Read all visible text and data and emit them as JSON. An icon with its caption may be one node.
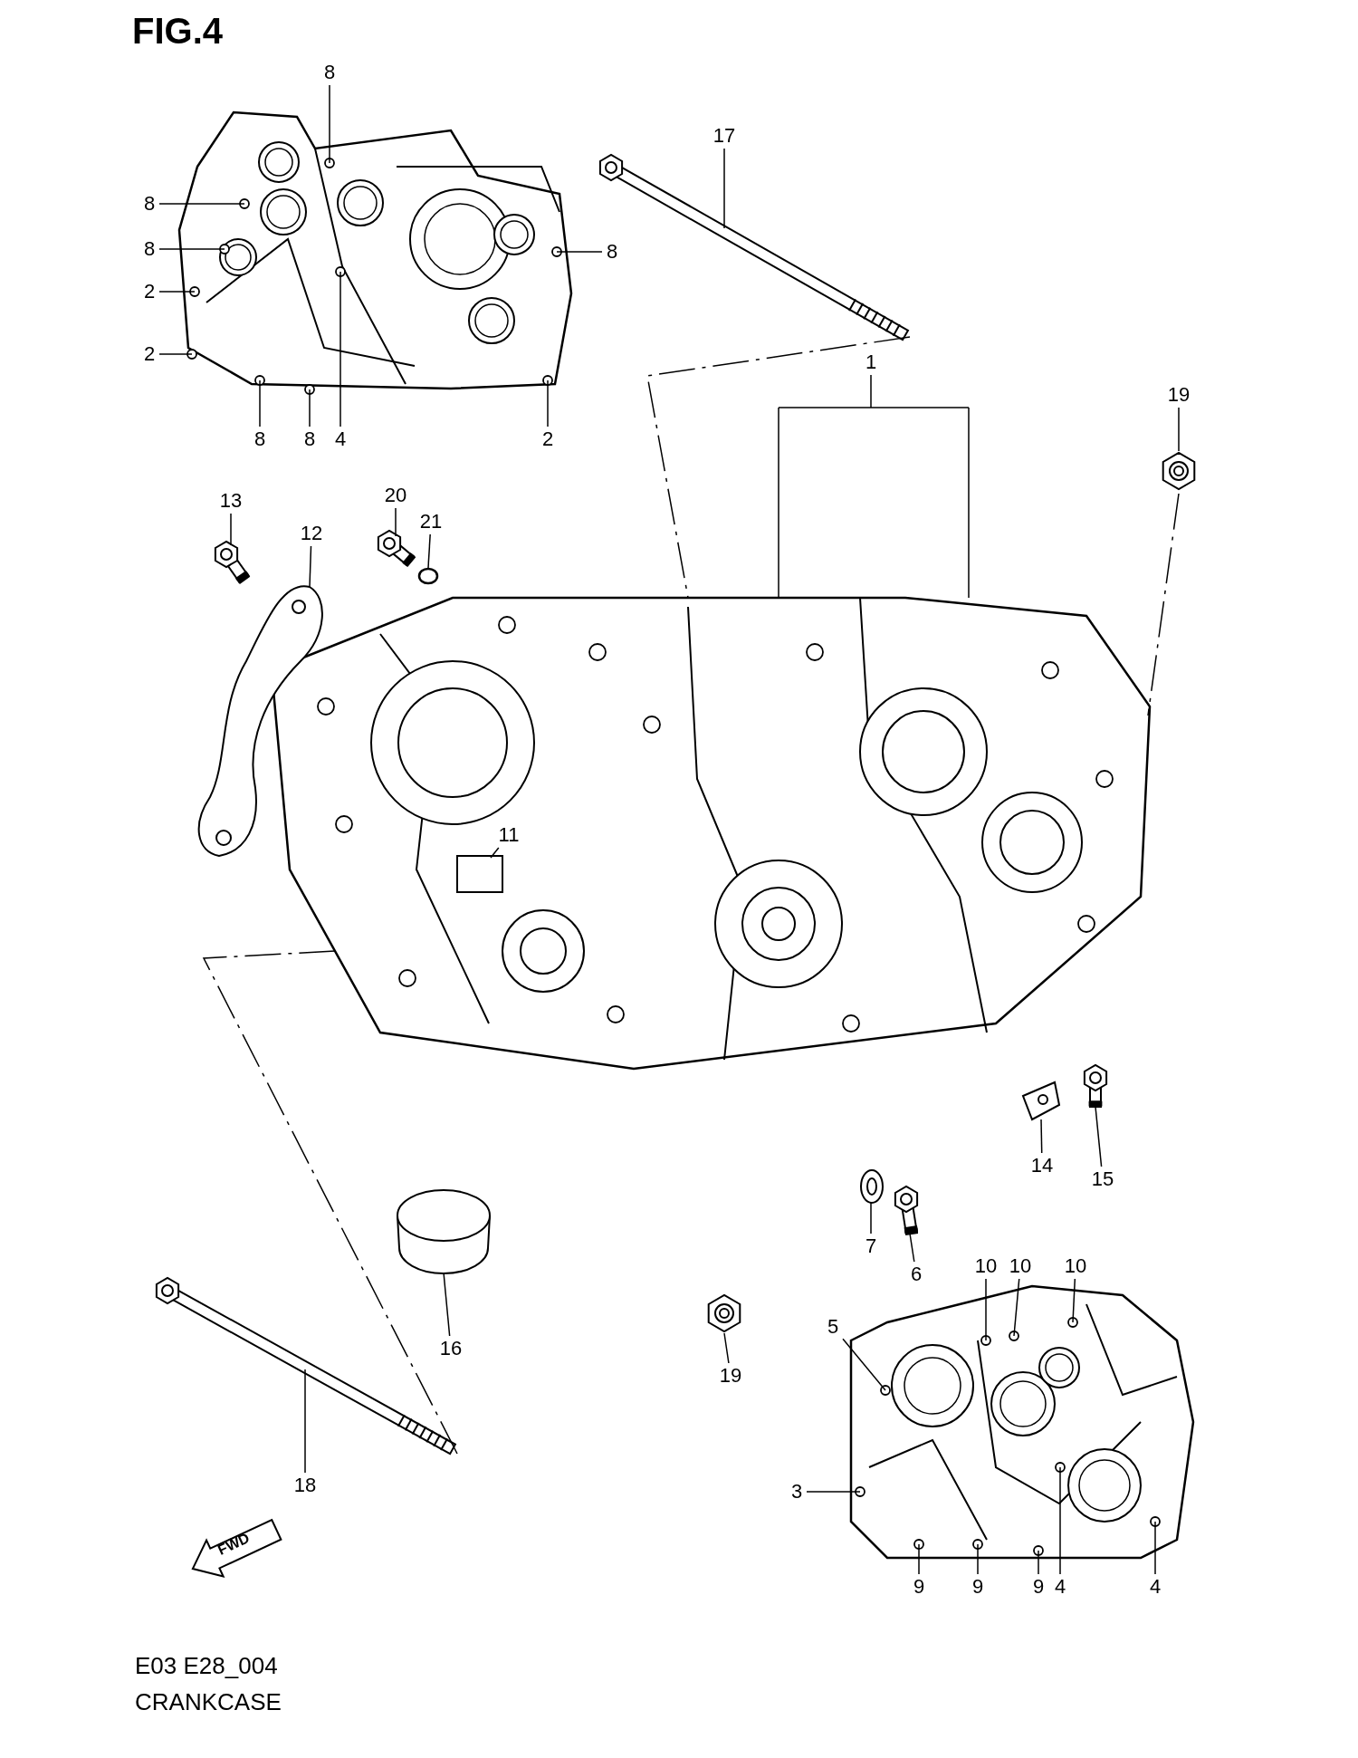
{
  "diagram": {
    "title": "FIG.4",
    "caption": "CRANKCASE",
    "nodes": [
      {
        "text": [],
        "shape": "picture"
      },
      {
        "text": [
          "1"
        ]
      },
      {
        "text": [],
        "shape": "picture"
      },
      {
        "text": [],
        "shape": "picture"
      },
      {
        "text": [],
        "shape": "picture"
      },
      {
        "text": [
          "17"
        ]
      },
      {
        "text": [],
        "shape": "picture"
      },
      {
        "text": [
          "19"
        ]
      },
      {
        "text": [],
        "shape": "picture"
      },
      {
        "text": [
          "13"
        ]
      },
      {
        "text": [],
        "shape": "picture"
      },
      {
        "text": [
          "20"
        ]
      },
      {
        "text": [],
        "shape": "circle"
      },
      {
        "text": [
          "21"
        ]
      },
      {
        "text": [],
        "shape": "picture"
      },
      {
        "text": [
          "12"
        ]
      },
      {
        "text": [
          "11"
        ],
        "in": 0
      },
      {
        "text": [],
        "shape": "picture"
      },
      {
        "text": [
          "14"
        ]
      },
      {
        "text": [],
        "shape": "picture"
      },
      {
        "text": [
          "15"
        ]
      },
      {
        "text": [],
        "shape": "picture"
      },
      {
        "text": [
          "7"
        ]
      },
      {
        "text": [],
        "shape": "picture"
      },
      {
        "text": [
          "6"
        ]
      },
      {
        "text": [],
        "shape": "cylinder"
      },
      {
        "text": [
          "16"
        ]
      },
      {
        "text": [],
        "shape": "picture"
      },
      {
        "text": [
          "19"
        ]
      },
      {
        "text": [],
        "shape": "picture"
      },
      {
        "text": [
          "18"
        ]
      },
      {
        "text": [
          "8"
        ]
      },
      {
        "text": [
          "8"
        ]
      },
      {
        "text": [
          "8"
        ]
      },
      {
        "text": [
          "8"
        ]
      },
      {
        "text": [
          "2"
        ]
      },
      {
        "text": [
          "2"
        ]
      },
      {
        "text": [
          "8"
        ]
      },
      {
        "text": [
          "8"
        ]
      },
      {
        "text": [
          "4"
        ]
      },
      {
        "text": [
          "2"
        ]
      },
      {
        "text": [
          "10"
        ]
      },
      {
        "text": [
          "10"
        ]
      },
      {
        "text": [
          "10"
        ]
      },
      {
        "text": [
          "5"
        ]
      },
      {
        "text": [
          "3"
        ]
      },
      {
        "text": [
          "9"
        ]
      },
      {
        "text": [
          "9"
        ]
      },
      {
        "text": [
          "9"
        ]
      },
      {
        "text": [
          "4"
        ]
      },
      {
        "text": [
          "4"
        ]
      }
    ],
    "edges": [
      {
        "from": 1,
        "to": 0,
        "arrow": "none"
      },
      {
        "from": 5,
        "to": 4,
        "arrow": "none"
      },
      {
        "from": 7,
        "to": 6,
        "arrow": "none"
      },
      {
        "from": 9,
        "to": 8,
        "arrow": "none"
      },
      {
        "from": 11,
        "to": 10,
        "arrow": "none"
      },
      {
        "from": 13,
        "to": 12,
        "arrow": "none"
      },
      {
        "from": 15,
        "to": 14,
        "arrow": "none"
      },
      {
        "from": 16,
        "to": null,
        "arrow": "none"
      },
      {
        "from": 18,
        "to": 17,
        "arrow": "none"
      },
      {
        "from": 20,
        "to": 19,
        "arrow": "none"
      },
      {
        "from": 22,
        "to": 21,
        "arrow": "none"
      },
      {
        "from": 24,
        "to": 23,
        "arrow": "none"
      },
      {
        "from": 26,
        "to": 25,
        "arrow": "none"
      },
      {
        "from": 28,
        "to": 27,
        "arrow": "none"
      },
      {
        "from": 30,
        "to": 29,
        "arrow": "none"
      },
      {
        "from": 31,
        "to": 2,
        "arrow": "none"
      },
      {
        "from": 32,
        "to": 2,
        "arrow": "none"
      },
      {
        "from": 33,
        "to": 2,
        "arrow": "none"
      },
      {
        "from": 34,
        "to": 2,
        "arrow": "none"
      },
      {
        "from": 35,
        "to": 2,
        "arrow": "none"
      },
      {
        "from": 36,
        "to": 2,
        "arrow": "none"
      },
      {
        "from": 37,
        "to": 2,
        "arrow": "none"
      },
      {
        "from": 38,
        "to": 2,
        "arrow": "none"
      },
      {
        "from": 39,
        "to": 2,
        "arrow": "none"
      },
      {
        "from": 40,
        "to": 2,
        "arrow": "none"
      },
      {
        "from": 41,
        "to": 3,
        "arrow": "none"
      },
      {
        "from": 42,
        "to": 3,
        "arrow": "none"
      },
      {
        "from": 43,
        "to": 3,
        "arrow": "none"
      },
      {
        "from": 44,
        "to": 3,
        "arrow": "none"
      },
      {
        "from": 45,
        "to": 3,
        "arrow": "none"
      },
      {
        "from": 46,
        "to": 3,
        "arrow": "none"
      },
      {
        "from": 47,
        "to": 3,
        "arrow": "none"
      },
      {
        "from": 48,
        "to": 3,
        "arrow": "none"
      },
      {
        "from": 49,
        "to": 3,
        "arrow": "none"
      },
      {
        "from": 50,
        "to": 3,
        "arrow": "none"
      },
      {
        "from": 4,
        "to": 0,
        "arrow": "none",
        "style": "dashed"
      },
      {
        "from": 6,
        "to": 0,
        "arrow": "none",
        "style": "dashed"
      },
      {
        "from": 29,
        "to": 0,
        "arrow": "none",
        "style": "dashed"
      }
    ],
    "labels": [
      "FWD",
      "E03 E28_004"
    ]
  }
}
